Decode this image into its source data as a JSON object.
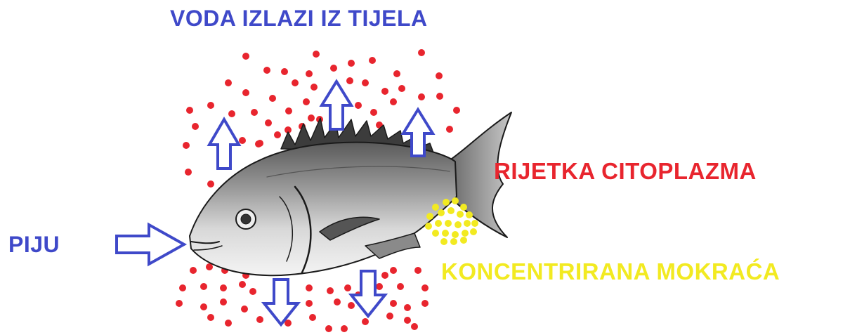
{
  "labels": {
    "water_out": "VODA IZLAZI IZ TIJELA",
    "drink": "PIJU",
    "cytoplasm": "RIJETKA CITOPLAZMA",
    "urine": "KONCENTRIRANA  MOKRAĆA"
  },
  "colors": {
    "arrow": "#3f49c9",
    "salt_particles": "#e8252e",
    "urine_particles": "#f2ea21",
    "fish_outline": "#1a1a1a"
  },
  "icons": [
    "fish-illustration",
    "arrow-up-icon",
    "arrow-down-icon",
    "arrow-right-icon"
  ]
}
